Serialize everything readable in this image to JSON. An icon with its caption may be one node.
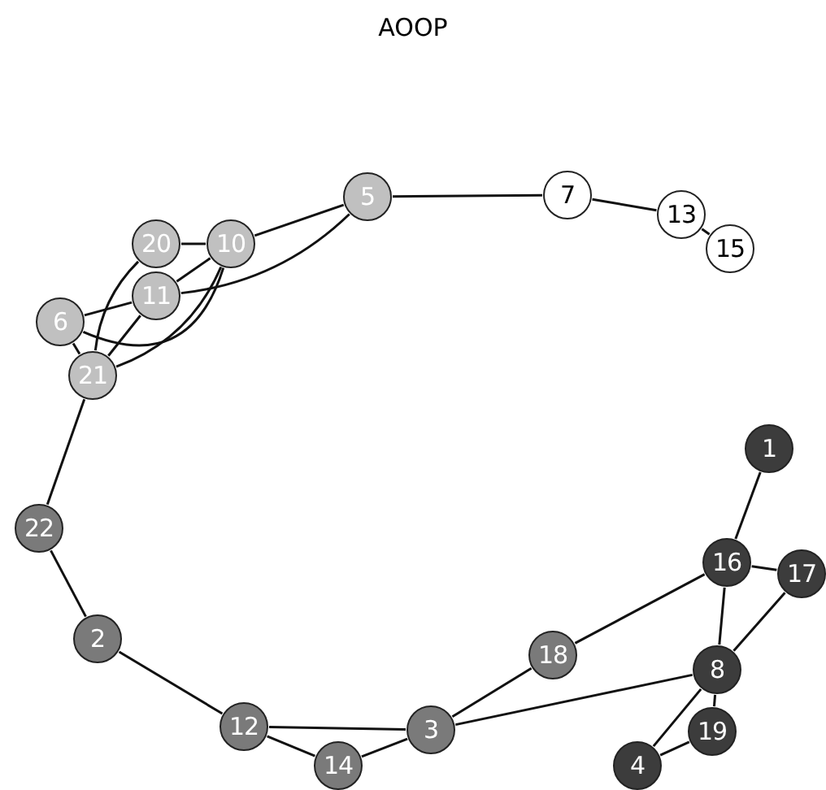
{
  "diagram": {
    "title": "AOOP",
    "nodes": [
      {
        "text": [
          "1"
        ]
      },
      {
        "text": [
          "2"
        ]
      },
      {
        "text": [
          "3"
        ]
      },
      {
        "text": [
          "4"
        ]
      },
      {
        "text": [
          "5"
        ]
      },
      {
        "text": [
          "6"
        ]
      },
      {
        "text": [
          "7"
        ]
      },
      {
        "text": [
          "8"
        ]
      },
      {
        "text": [
          "10"
        ]
      },
      {
        "text": [
          "11"
        ]
      },
      {
        "text": [
          "12"
        ]
      },
      {
        "text": [
          "13"
        ]
      },
      {
        "text": [
          "14"
        ]
      },
      {
        "text": [
          "15"
        ]
      },
      {
        "text": [
          "16"
        ]
      },
      {
        "text": [
          "17"
        ]
      },
      {
        "text": [
          "18"
        ]
      },
      {
        "text": [
          "19"
        ]
      },
      {
        "text": [
          "20"
        ]
      },
      {
        "text": [
          "21"
        ]
      },
      {
        "text": [
          "22"
        ]
      }
    ],
    "edges": [
      {
        "from": 4,
        "to": 8,
        "arrow": "none"
      },
      {
        "from": 4,
        "to": 9,
        "arrow": "none"
      },
      {
        "from": 18,
        "to": 8,
        "arrow": "none"
      },
      {
        "from": 18,
        "to": 19,
        "arrow": "none"
      },
      {
        "from": 8,
        "to": 9,
        "arrow": "none"
      },
      {
        "from": 8,
        "to": 5,
        "arrow": "none"
      },
      {
        "from": 8,
        "to": 19,
        "arrow": "none"
      },
      {
        "from": 9,
        "to": 5,
        "arrow": "none"
      },
      {
        "from": 9,
        "to": 19,
        "arrow": "none"
      },
      {
        "from": 5,
        "to": 19,
        "arrow": "none"
      },
      {
        "from": 19,
        "to": 20,
        "arrow": "none"
      },
      {
        "from": 20,
        "to": 1,
        "arrow": "none"
      },
      {
        "from": 1,
        "to": 10,
        "arrow": "none"
      },
      {
        "from": 10,
        "to": 2,
        "arrow": "none"
      },
      {
        "from": 10,
        "to": 12,
        "arrow": "none"
      },
      {
        "from": 12,
        "to": 2,
        "arrow": "none"
      },
      {
        "from": 2,
        "to": 16,
        "arrow": "none"
      },
      {
        "from": 2,
        "to": 7,
        "arrow": "none"
      },
      {
        "from": 16,
        "to": 14,
        "arrow": "none"
      },
      {
        "from": 14,
        "to": 0,
        "arrow": "none"
      },
      {
        "from": 14,
        "to": 15,
        "arrow": "none"
      },
      {
        "from": 14,
        "to": 7,
        "arrow": "none"
      },
      {
        "from": 15,
        "to": 7,
        "arrow": "none"
      },
      {
        "from": 7,
        "to": 17,
        "arrow": "none"
      },
      {
        "from": 7,
        "to": 3,
        "arrow": "none"
      },
      {
        "from": 17,
        "to": 3,
        "arrow": "none"
      },
      {
        "from": 4,
        "to": 6,
        "arrow": "none"
      },
      {
        "from": 6,
        "to": 11,
        "arrow": "none"
      },
      {
        "from": 11,
        "to": 13,
        "arrow": "none"
      }
    ]
  }
}
